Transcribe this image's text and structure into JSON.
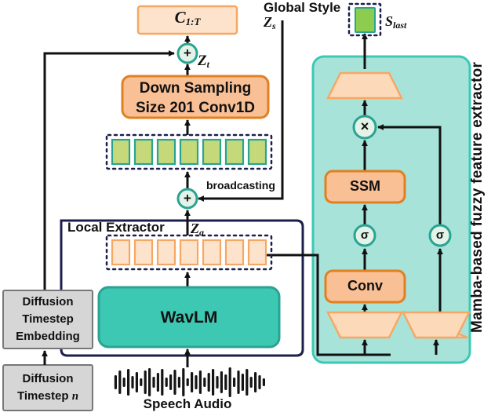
{
  "diagram": {
    "title_hidden": "Speech-driven diffusion architecture with Mamba-based fuzzy feature extractor",
    "colors": {
      "orange_fill": "#fbd9b9",
      "orange_fill_light": "#fde3cc",
      "orange_stroke": "#f5a864",
      "orange_box_fill": "#f9bf95",
      "orange_box_stroke": "#e08020",
      "green_square_fill": "#c5d97a",
      "green_square_stroke": "#2aa392",
      "green_style_fill": "#8ccc4f",
      "teal_fill": "#3dc8b4",
      "teal_stroke": "#2aa392",
      "mamba_panel_fill": "#a8e3da",
      "mamba_panel_stroke": "#3dc8b4",
      "gray_fill": "#d6d6d6",
      "gray_stroke": "#777777",
      "node_fill": "#e4f3e7",
      "navy_stroke": "#1b1f4b",
      "black": "#111111"
    }
  },
  "nodes": {
    "c_out": "C1:T",
    "c_out_main": "C",
    "c_out_sub": "1:T",
    "plus_top": "+",
    "z_t": "Zt",
    "z_t_main": "Z",
    "z_t_sub": "t",
    "down_sampling_line1": "Down Sampling",
    "down_sampling_line2": "Size 201 Conv1D",
    "plus_mid": "+",
    "broadcasting": "broadcasting",
    "local_extractor": "Local Extractor",
    "z_a_main": "Z",
    "z_a_sub": "a",
    "wavlm": "WavLM",
    "speech_audio": "Speech Audio",
    "diffusion_embedding_l1": "Diffusion",
    "diffusion_embedding_l2": "Timestep",
    "diffusion_embedding_l3": "Embedding",
    "diffusion_timestep_l1": "Diffusion",
    "diffusion_timestep_l2": "Timestep",
    "diffusion_timestep_n": "n",
    "global_style": "Global Style",
    "z_s_main": "Z",
    "z_s_sub": "s",
    "s_last_main": "S",
    "s_last_sub": "last",
    "mamba_panel_label": "Mamba-based fuzzy feature extractor",
    "ssm": "SSM",
    "conv": "Conv",
    "sigma": "σ",
    "multiply": "×"
  },
  "green_tokens": {
    "count": 7,
    "label": "latent-token"
  },
  "orange_tokens": {
    "count": 7,
    "label": "audio-feature-token"
  },
  "waveform": {
    "bars": [
      18,
      30,
      12,
      34,
      16,
      26,
      10,
      30,
      36,
      14,
      24,
      34,
      12,
      20,
      32,
      14,
      36,
      10,
      26,
      18,
      30,
      12,
      24,
      34,
      16,
      28,
      20,
      38,
      12,
      30,
      22,
      34,
      14,
      26,
      18,
      10
    ]
  }
}
